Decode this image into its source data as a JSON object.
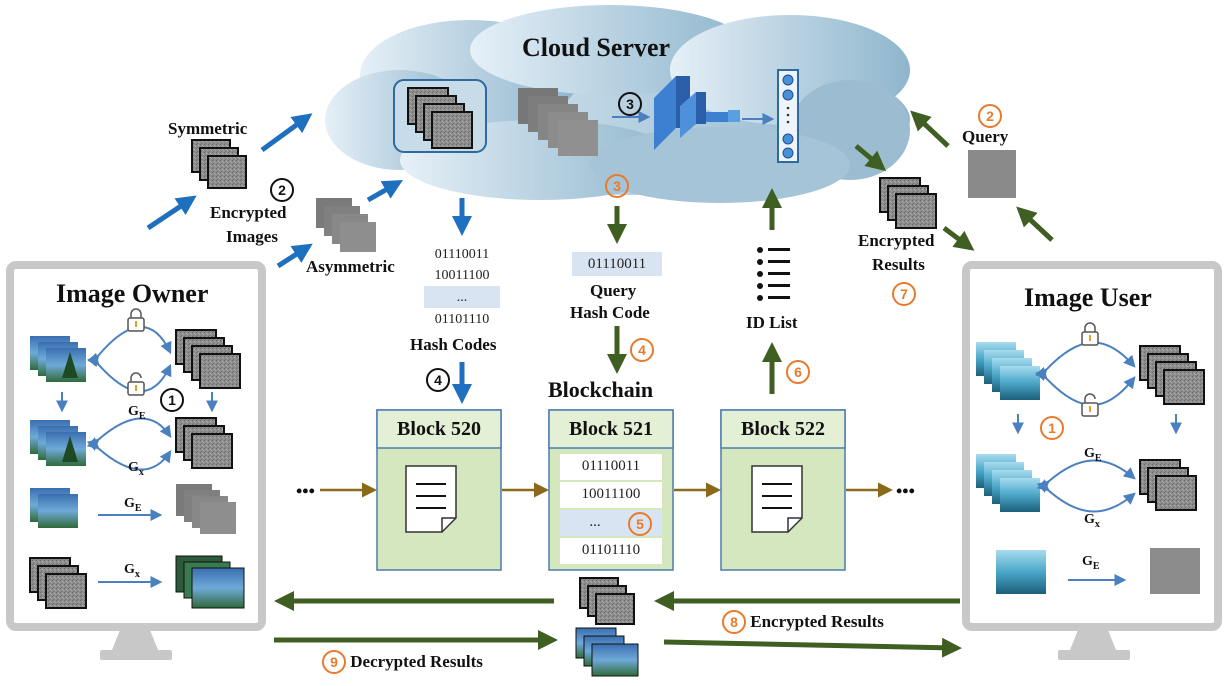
{
  "cloud": {
    "title": "Cloud Server"
  },
  "owner": {
    "title": "Image Owner"
  },
  "user": {
    "title": "Image User"
  },
  "blockchain": {
    "title": "Blockchain"
  },
  "blocks": [
    {
      "title": "Block 520"
    },
    {
      "title": "Block 521"
    },
    {
      "title": "Block 522"
    }
  ],
  "labels": {
    "symmetric": "Symmetric",
    "asymmetric": "Asymmetric",
    "encrypted_images_1": "Encrypted",
    "encrypted_images_2": "Images",
    "hash_codes": "Hash Codes",
    "query_hash_1": "Query",
    "query_hash_2": "Hash Code",
    "id_list": "ID List",
    "query": "Query",
    "encrypted_results_1": "Encrypted",
    "encrypted_results_2": "Results",
    "encrypted_results_bottom": "Encrypted Results",
    "decrypted_results": "Decrypted Results",
    "ge": "G",
    "ge_sub": "E",
    "gx": "G",
    "gx_sub": "x",
    "ellipsis_left": "•••",
    "ellipsis_right": "•••"
  },
  "steps": {
    "s1": "1",
    "s2": "2",
    "s3": "3",
    "s4": "4",
    "s5": "5",
    "s6": "6",
    "s7": "7",
    "s8": "8",
    "s9": "9"
  },
  "hash_codes": [
    "01110011",
    "10011100",
    "...",
    "01101110"
  ],
  "query_hash": "01110011",
  "block521_codes": [
    "01110011",
    "10011100",
    "...",
    "01101110"
  ],
  "colors": {
    "blue_arrow": "#1f6fbf",
    "green_arrow": "#3f5f22",
    "block_fill": "#d5e7bf",
    "block_header": "#e4f0d6",
    "block_border": "#4a7cb0",
    "orange": "#e97a2c",
    "monitor": "#c8c8c8"
  }
}
